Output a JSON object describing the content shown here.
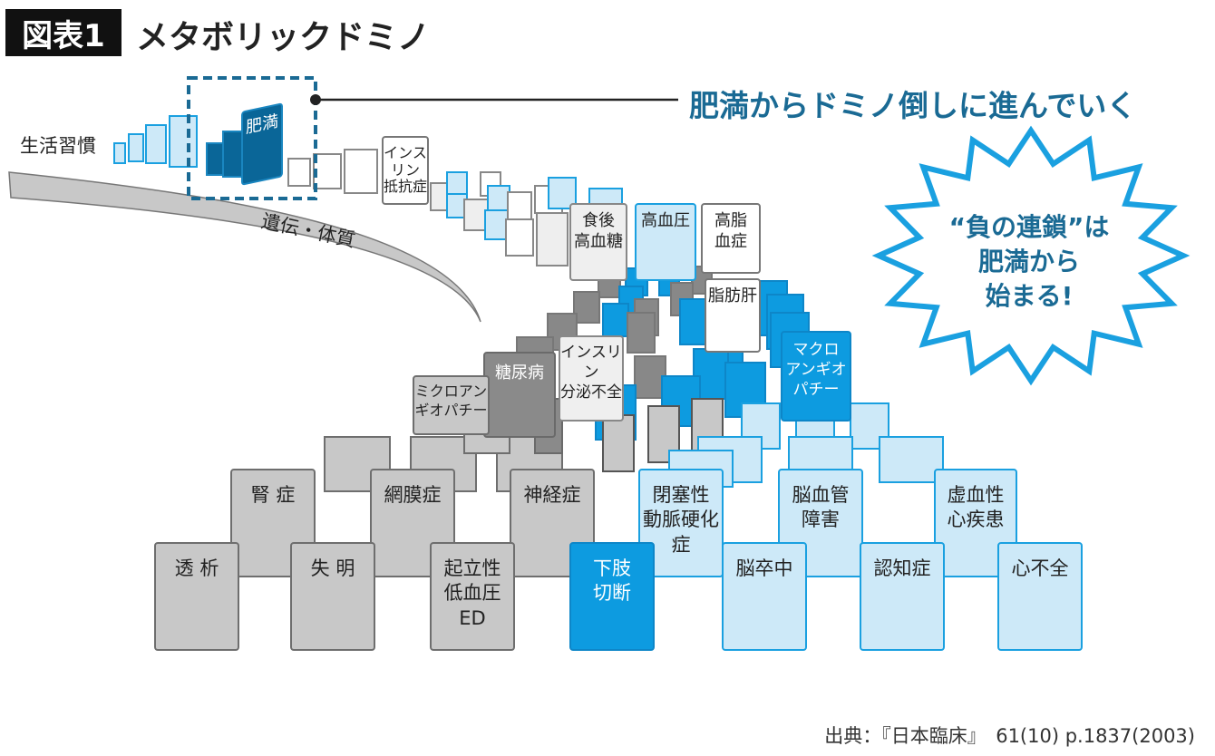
{
  "title": {
    "badge": "図表1",
    "text": "メタボリックドミノ"
  },
  "headline": "肥満からドミノ倒しに進んでいく",
  "labels": {
    "lifestyle": "生活習慣",
    "heredity": "遺伝・体質"
  },
  "starburst": {
    "text": "“負の連鎖”は\n肥満から\n始まる!"
  },
  "tiles": {
    "obesity": "肥満",
    "insulin_resistance": "インス\nリン\n抵抗症",
    "postprandial": "食後\n高血糖",
    "hypertension": "高血圧",
    "hyperlipidemia": "高脂\n血症",
    "fatty_liver": "脂肪肝",
    "insulin_deficiency": "インスリン\n分泌不全",
    "diabetes": "糖尿病",
    "micro": "ミクロアン\nギオパチー",
    "macro": "マクロ\nアンギオ\nパチー",
    "nephropathy": "腎 症",
    "retinopathy": "網膜症",
    "neuropathy": "神経症",
    "aso": "閉塞性\n動脈硬化\n症",
    "cerebrovascular": "脳血管\n障害",
    "ihd": "虚血性\n心疾患",
    "dialysis": "透 析",
    "blindness": "失 明",
    "orthostatic": "起立性\n低血圧\nED",
    "amputation": "下肢\n切断",
    "stroke": "脳卒中",
    "dementia": "認知症",
    "heart_failure": "心不全"
  },
  "source": "出典：『日本臨床』　61(10) p.1837(2003)",
  "colors": {
    "accent": "#1a6a94",
    "blue": "#0d9be0",
    "light_blue": "#cde9f8",
    "gray": "#c8c8c8"
  }
}
